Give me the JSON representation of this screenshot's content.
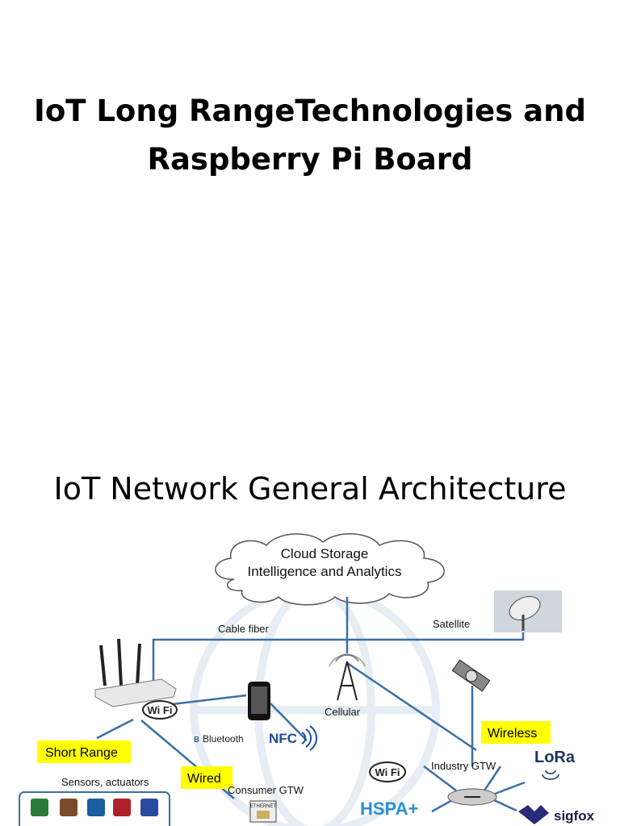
{
  "slide1": {
    "title_line1": "IoT Long RangeTechnologies and",
    "title_line2": "Raspberry Pi Board"
  },
  "slide2": {
    "title": "IoT Network General Architecture",
    "cloud": {
      "line1": "Cloud Storage",
      "line2": "Intelligence and Analytics"
    },
    "labels": {
      "cable_fiber": "Cable fiber",
      "satellite": "Satellite",
      "cellular": "Cellular",
      "bluetooth": "Bluetooth",
      "nfc": "NFC",
      "wifi": "Wi Fi",
      "short_range": "Short Range",
      "sensors": "Sensors, actuators",
      "wired": "Wired",
      "consumer_gtw": "Consumer GTW",
      "ethernet": "ETHERNET",
      "wireless": "Wireless",
      "industry_gtw": "Industry GTW",
      "lora": "LoRa",
      "hspa": "HSPA+",
      "sigfox": "sigfox"
    },
    "highlight_color": "#ffff00",
    "line_color": "#3a6fa8",
    "icons": [
      "router-icon",
      "smartphone-icon",
      "cell-tower-icon",
      "satellite-icon",
      "satellite-dish-icon",
      "sensor-icons",
      "ethernet-port-icon",
      "industry-gateway-icon"
    ]
  }
}
